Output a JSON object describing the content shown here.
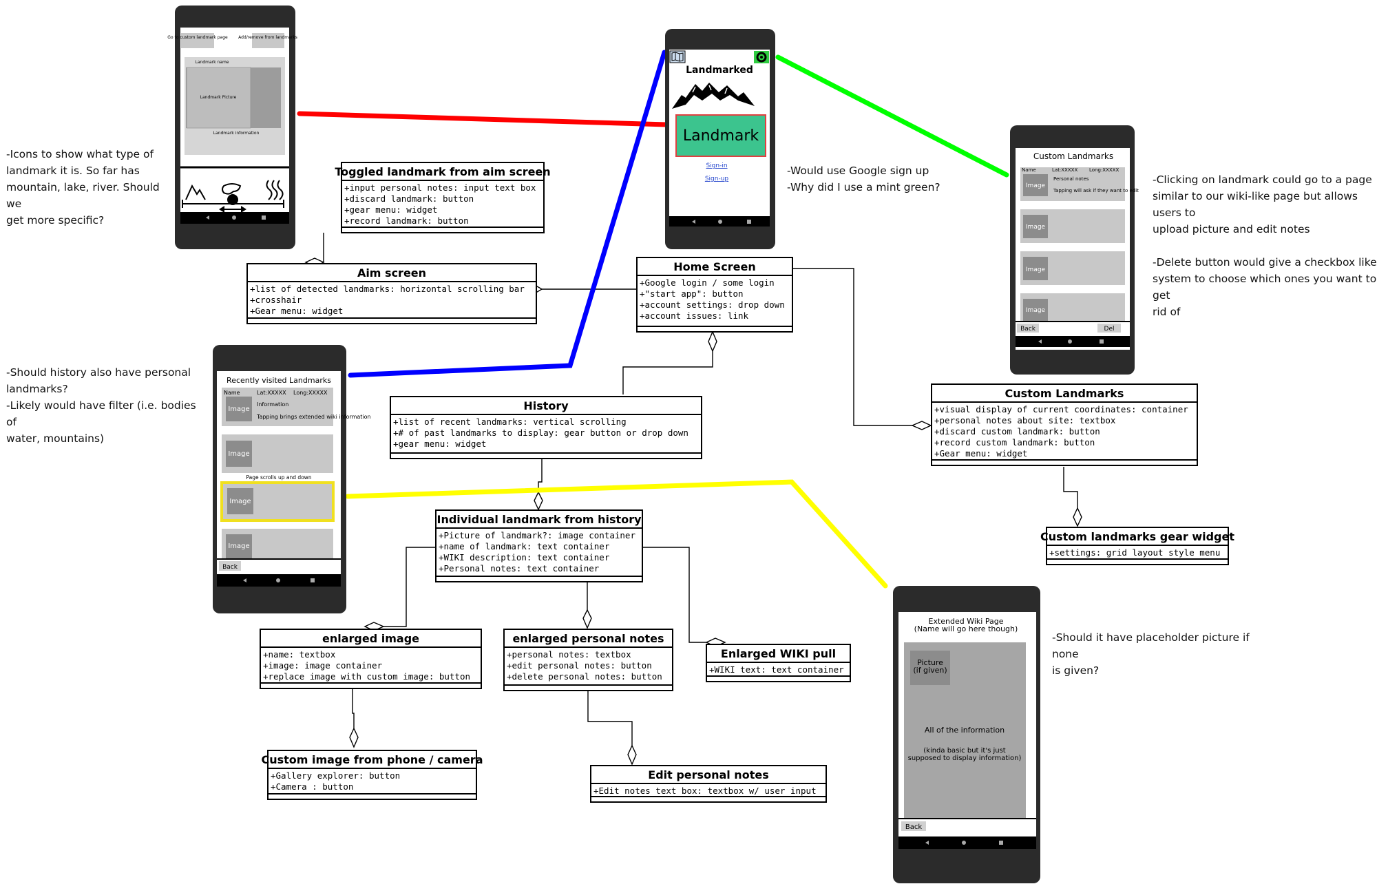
{
  "notes": {
    "aim_icons": "-Icons to show what type of\nlandmark it is. So far has\nmountain, lake, river. Should we\nget more specific?",
    "home": "-Would use Google sign up\n-Why did I use a mint green?",
    "custom": "-Clicking on landmark could go to a page\nsimilar to our wiki-like page but allows users to\nupload picture and edit notes\n\n-Delete button would give a checkbox like\nsystem to choose which ones you want to get\nrid of",
    "history": "-Should history also have personal\nlandmarks?\n-Likely would have filter (i.e. bodies of\nwater, mountains)",
    "wiki": "-Should it have placeholder picture if none\nis given?"
  },
  "phones": {
    "aim": {
      "btn_left": "Go to custom landmark page",
      "btn_right": "Add/remove from landmarks",
      "name": "Landmark name",
      "picture": "Landmark Picture",
      "info": "Landmark information"
    },
    "home": {
      "title": "Landmarked",
      "button": "Landmark",
      "signin": "Sign-in",
      "signup": "Sign-up"
    },
    "custom": {
      "title": "Custom Landmarks",
      "name": "Name",
      "lat": "Lat:XXXXX",
      "long": "Long:XXXXX",
      "notes": "Personal notes",
      "tap": "Tapping will ask if they want to edit",
      "image": "Image",
      "back": "Back",
      "del": "Del"
    },
    "history": {
      "title": "Recently visited Landmarks",
      "name": "Name",
      "lat": "Lat:XXXXX",
      "long": "Long:XXXXX",
      "info": "Information",
      "tap": "Tapping brings extended wiki information",
      "scroll": "Page scrolls up and down",
      "image": "Image",
      "back": "Back"
    },
    "wiki": {
      "title1": "Extended Wiki Page",
      "title2": "(Name will go here though)",
      "pic1": "Picture",
      "pic2": "(if given)",
      "info": "All of the information",
      "basic1": "(kinda basic but it's just",
      "basic2": "supposed to display information)",
      "back": "Back"
    }
  },
  "classes": [
    {
      "id": "toggled",
      "title": "Toggled landmark from aim screen",
      "attrs": [
        "+input personal notes: input text box",
        "+discard landmark: button",
        "+gear menu: widget",
        "+record landmark: button"
      ]
    },
    {
      "id": "aim",
      "title": "Aim screen",
      "attrs": [
        "+list of detected landmarks: horizontal scrolling bar",
        "+crosshair",
        "+Gear menu: widget"
      ]
    },
    {
      "id": "home",
      "title": "Home Screen",
      "attrs": [
        "+Google login / some login",
        "+\"start app\": button",
        "+account settings: drop down",
        "+account issues: link"
      ]
    },
    {
      "id": "history",
      "title": "History",
      "attrs": [
        "+list of recent landmarks: vertical scrolling",
        "+# of past landmarks to display: gear button or drop down",
        "+gear menu: widget"
      ]
    },
    {
      "id": "custom",
      "title": "Custom Landmarks",
      "attrs": [
        "+visual display of current coordinates: container",
        "+personal notes about site: textbox",
        "+discard custom landmark: button",
        "+record custom landmark: button",
        "+Gear menu: widget"
      ]
    },
    {
      "id": "gear",
      "title": "Custom landmarks gear widget",
      "attrs": [
        "+settings: grid layout style menu"
      ]
    },
    {
      "id": "individual",
      "title": "Individual landmark from history",
      "attrs": [
        "+Picture of landmark?: image container",
        "+name of landmark: text container",
        "+WIKI description: text container",
        "+Personal notes: text container"
      ]
    },
    {
      "id": "enlimg",
      "title": "enlarged image",
      "attrs": [
        "+name: textbox",
        "+image: image container",
        "+replace image with custom image: button"
      ]
    },
    {
      "id": "enlnotes",
      "title": "enlarged personal notes",
      "attrs": [
        "+personal notes: textbox",
        "+edit personal notes: button",
        "+delete personal notes: button"
      ]
    },
    {
      "id": "wikipull",
      "title": "Enlarged WIKI pull",
      "attrs": [
        "+WIKI text: text container"
      ]
    },
    {
      "id": "customimg",
      "title": "Custom image from phone / camera",
      "attrs": [
        "+Gallery explorer: button",
        "+Camera : button"
      ]
    },
    {
      "id": "editnotes",
      "title": "Edit personal notes",
      "attrs": [
        "+Edit notes text box: textbox w/ user input"
      ]
    }
  ],
  "colors": {
    "link_aim": "#ff0000",
    "link_history": "#0000ff",
    "link_custom": "#00ff00",
    "link_wiki": "#ffff00",
    "mint": "#3cc48e"
  }
}
